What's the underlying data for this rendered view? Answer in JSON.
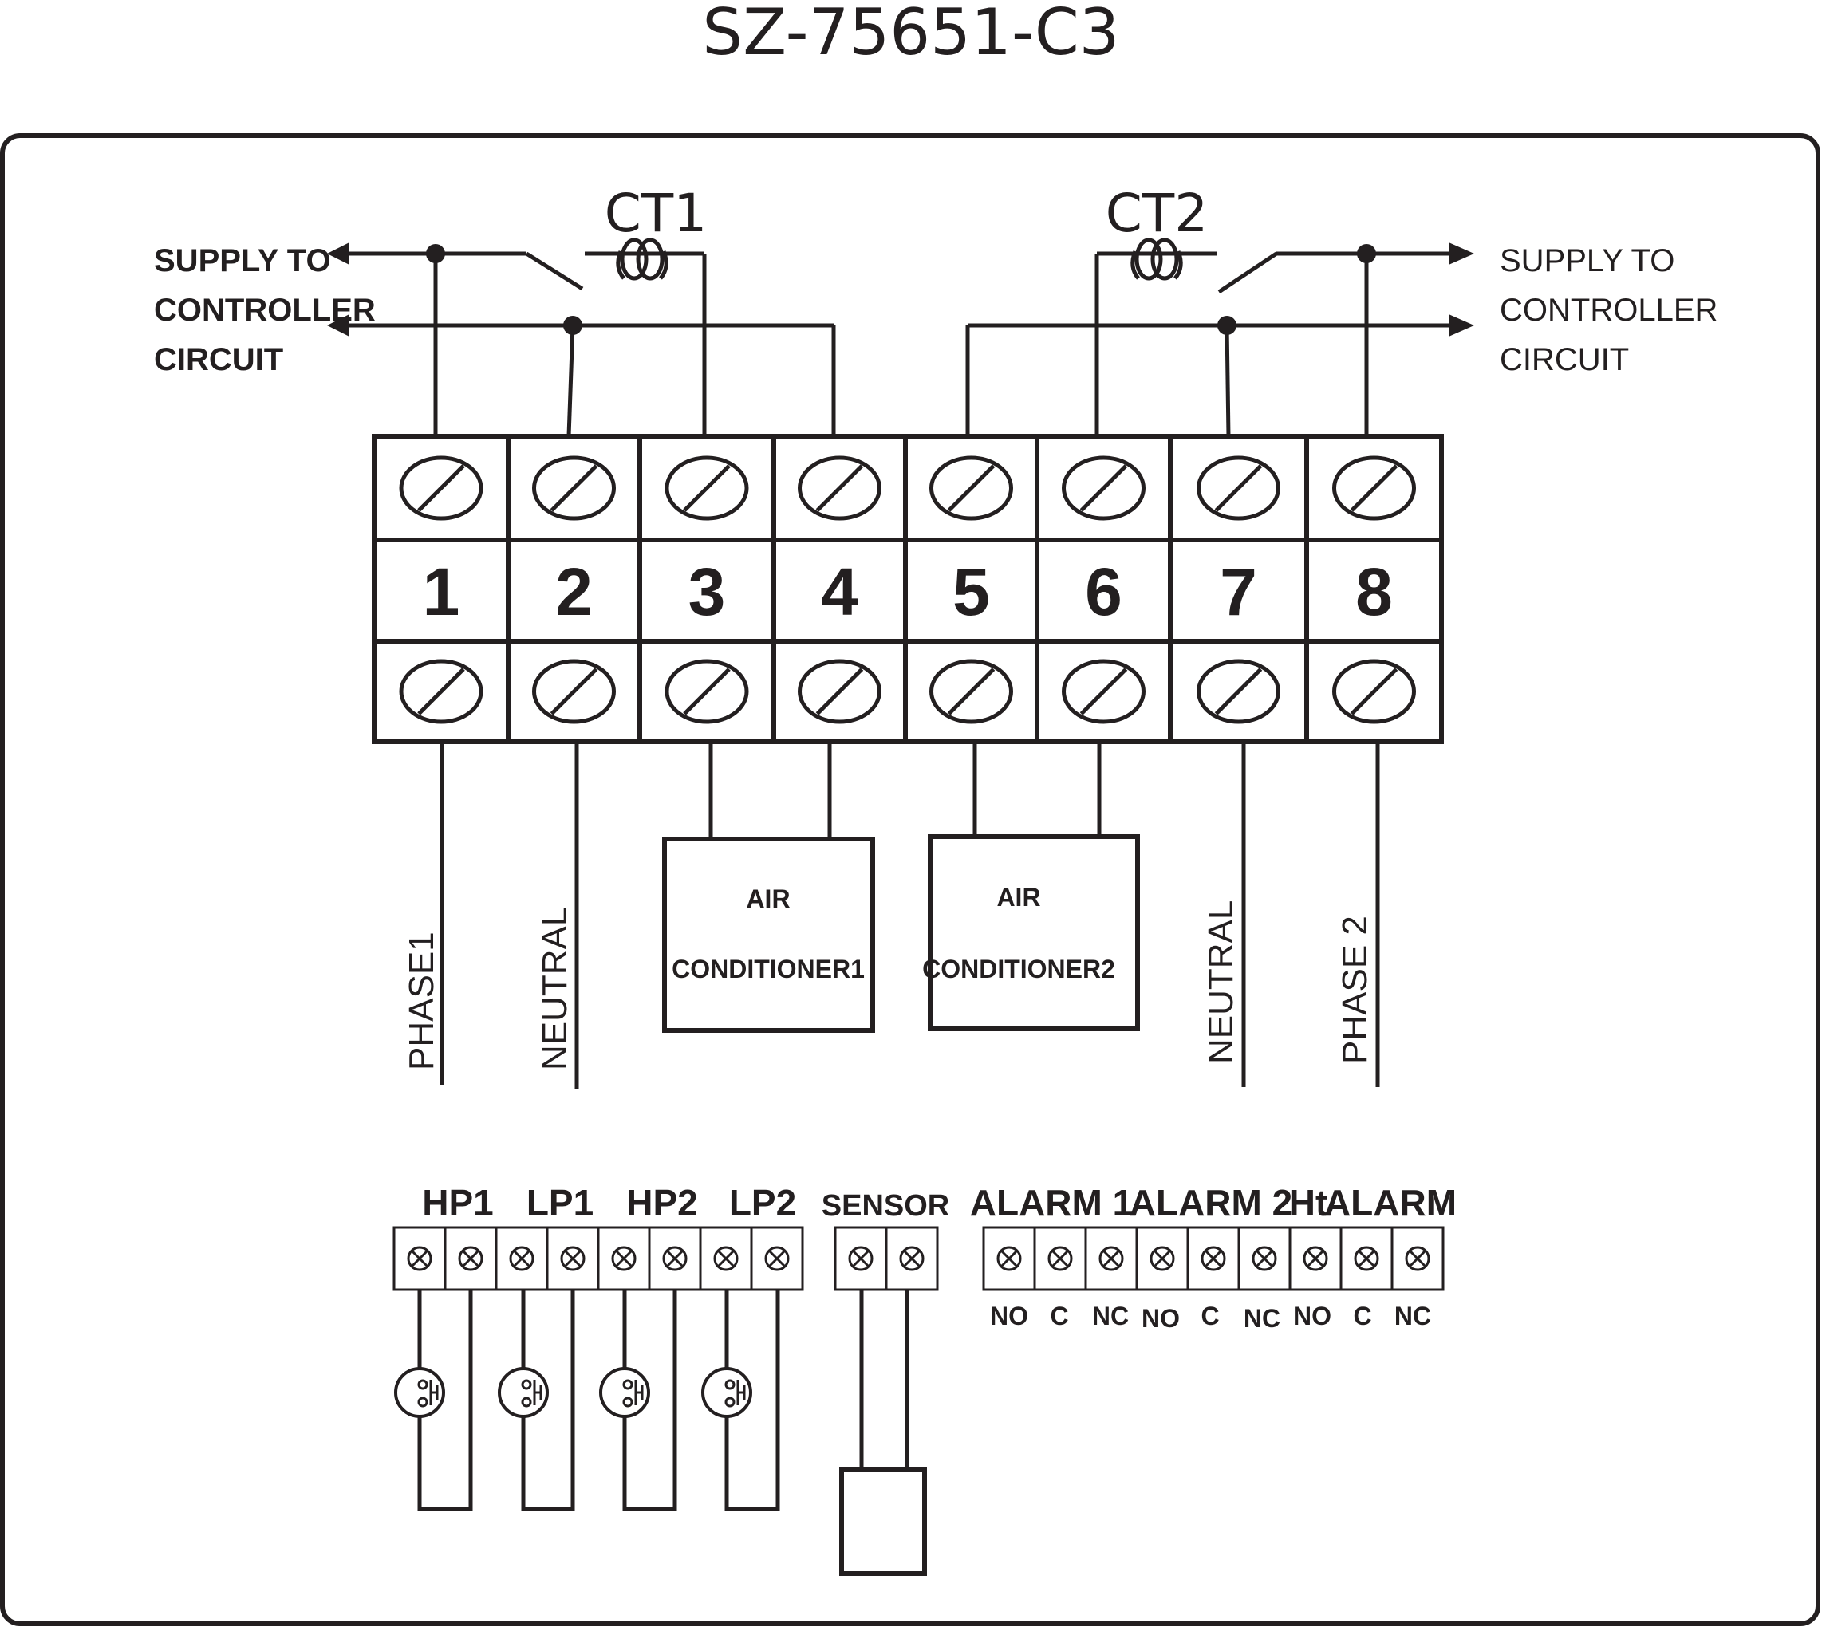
{
  "title": "SZ-75651-C3",
  "ct_labels": [
    "CT1",
    "CT2"
  ],
  "supply_left": [
    "SUPPLY TO",
    "CONTROLLER",
    "CIRCUIT"
  ],
  "supply_right": [
    "SUPPLY TO",
    "CONTROLLER",
    "CIRCUIT"
  ],
  "terminal_numbers": [
    "1",
    "2",
    "3",
    "4",
    "5",
    "6",
    "7",
    "8"
  ],
  "wire_labels": [
    "PHASE1",
    "NEUTRAL",
    "NEUTRAL",
    "PHASE 2"
  ],
  "air_conditioners": [
    {
      "line1": "AIR",
      "line2": "CONDITIONER1"
    },
    {
      "line1": "AIR",
      "line2": "CONDITIONER2"
    }
  ],
  "pressure_groups": [
    "HP1",
    "LP1",
    "HP2",
    "LP2"
  ],
  "sensor_label": "SENSOR",
  "alarm_groups": [
    "ALARM 1",
    "ALARM 2",
    "Ht",
    "ALARM"
  ],
  "alarm_contacts": [
    "NO",
    "C",
    "NC",
    "NO",
    "C",
    "NC",
    "NO",
    "C",
    "NC"
  ],
  "colors": {
    "line": "#231f20",
    "background": "#ffffff"
  }
}
